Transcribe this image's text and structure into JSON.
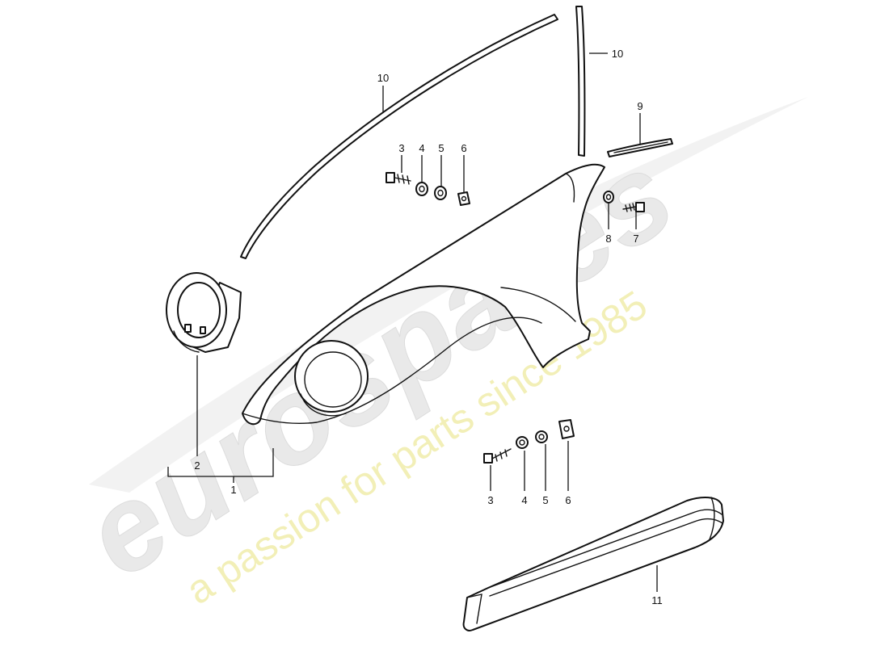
{
  "watermark": {
    "logo": "eurospares",
    "tagline": "a passion for parts since 1985",
    "tagline_color": "#f1eeb0"
  },
  "callouts": {
    "c1": "1",
    "c2": "2",
    "c3a": "3",
    "c4a": "4",
    "c5a": "5",
    "c6a": "6",
    "c7": "7",
    "c8": "8",
    "c9": "9",
    "c10a": "10",
    "c10b": "10",
    "c3b": "3",
    "c4b": "4",
    "c5b": "5",
    "c6b": "6",
    "c11": "11"
  }
}
